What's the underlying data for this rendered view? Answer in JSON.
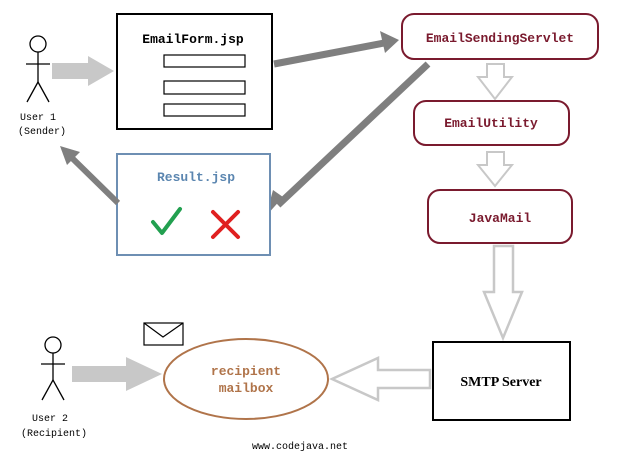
{
  "nodes": {
    "email_form": {
      "title": "EmailForm.jsp"
    },
    "result": {
      "title": "Result.jsp"
    },
    "servlet": {
      "label": "EmailSendingServlet"
    },
    "utility": {
      "label": "EmailUtility"
    },
    "javamail": {
      "label": "JavaMail"
    },
    "smtp": {
      "label": "SMTP Server"
    },
    "mailbox": {
      "line1": "recipient",
      "line2": "mailbox"
    }
  },
  "actors": {
    "sender": {
      "line1": "User 1",
      "line2": "(Sender)"
    },
    "recipient": {
      "line1": "User 2",
      "line2": "(Recipient)"
    }
  },
  "footer": {
    "text": "www.codejava.net"
  },
  "colors": {
    "maroon": "#7a1a2e",
    "blue_border": "#6e8fb3",
    "blue_text": "#5b86b0",
    "brown": "#b0744a",
    "gray_arrow": "#7f7f7f",
    "light_arrow": "#c8c8c8",
    "check_green": "#22a050",
    "cross_red": "#e02020"
  },
  "icons": {
    "check": "check-icon",
    "cross": "cross-icon",
    "envelope": "envelope-icon",
    "person": "person-icon"
  }
}
